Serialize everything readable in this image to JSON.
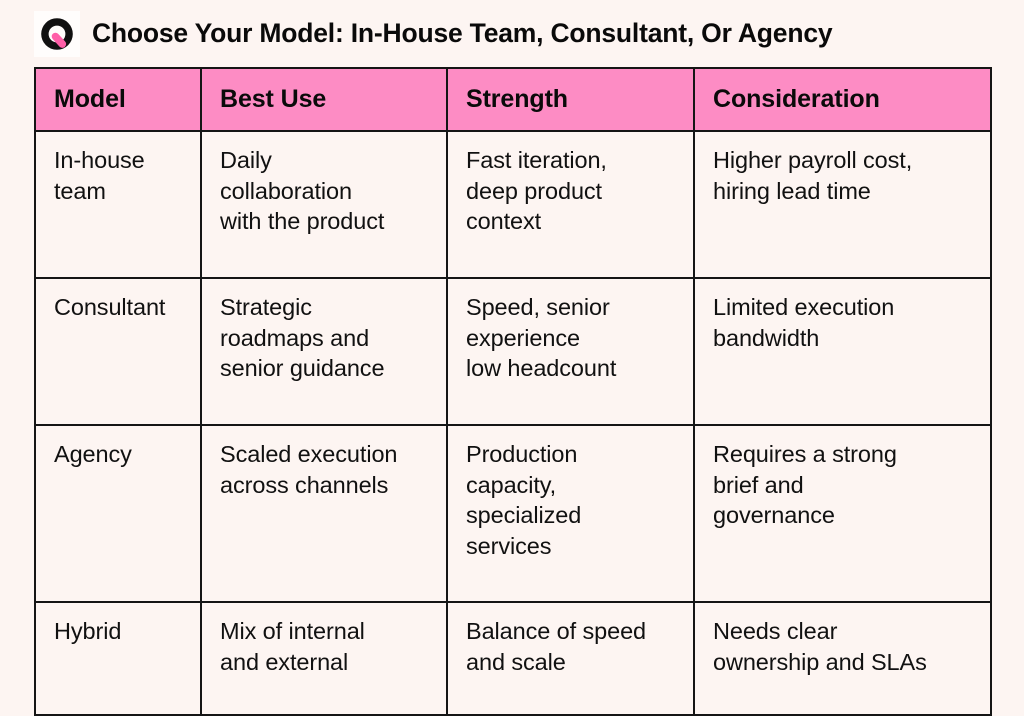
{
  "header": {
    "logo_icon": "quuu-q-logo-icon",
    "logo_colors": {
      "mark": "#111111",
      "accent": "#ff5fa8"
    },
    "title": "Choose Your Model: In-House Team, Consultant, Or Agency"
  },
  "theme": {
    "page_background": "#fdf5f2",
    "header_row_background": "#fd8cc4",
    "cell_background": "#fdf5f2",
    "border_color": "#151515",
    "text_color": "#111111"
  },
  "table": {
    "columns": [
      "Model",
      "Best Use",
      "Strength",
      "Consideration"
    ],
    "rows": [
      {
        "model": "In-house\nteam",
        "best_use": "Daily\ncollaboration\nwith the product",
        "strength": "Fast iteration,\ndeep product\ncontext",
        "consideration": "Higher payroll cost,\nhiring lead time"
      },
      {
        "model": "Consultant",
        "best_use": "Strategic\nroadmaps and\nsenior guidance",
        "strength": "Speed, senior\nexperience\nlow headcount",
        "consideration": "Limited execution\nbandwidth"
      },
      {
        "model": "Agency",
        "best_use": "Scaled execution\nacross channels",
        "strength": "Production\ncapacity,\nspecialized\nservices",
        "consideration": "Requires a strong\nbrief and\ngovernance"
      },
      {
        "model": "Hybrid",
        "best_use": "Mix of internal\nand external",
        "strength": "Balance of speed\nand scale",
        "consideration": "Needs clear\nownership and SLAs"
      }
    ]
  }
}
